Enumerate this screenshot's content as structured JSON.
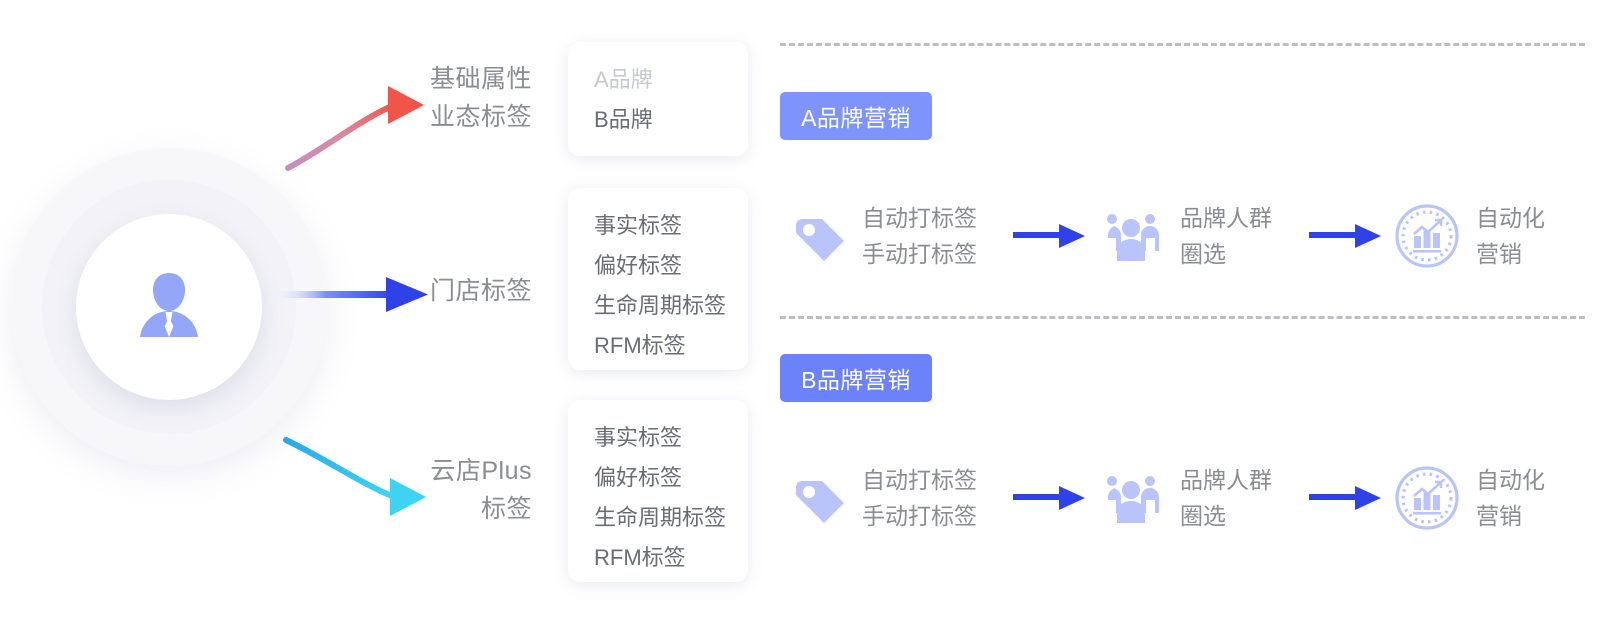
{
  "hub": {
    "icon": "user-avatar-icon"
  },
  "connectors": [
    {
      "name": "connector-arrow-basic-attributes",
      "color_start": "#c58ec2",
      "color_end": "#f2544a",
      "shape": "curve-up"
    },
    {
      "name": "connector-arrow-store-tags",
      "color_start": "#dfe4ff",
      "color_end": "#2f42e8",
      "shape": "straight"
    },
    {
      "name": "connector-arrow-cloudstore-plus",
      "color_start": "#36b6f0",
      "color_end": "#3fd2f2",
      "shape": "curve-down"
    }
  ],
  "branches": [
    {
      "label": "基础属性\n业态标签"
    },
    {
      "label": "门店标签"
    },
    {
      "label": "云店Plus\n标签"
    }
  ],
  "cards": [
    {
      "name": "brand-card",
      "lines": [
        {
          "text": "A品牌",
          "muted": true
        },
        {
          "text": "B品牌",
          "muted": false
        }
      ]
    },
    {
      "name": "store-tag-card",
      "lines": [
        {
          "text": "事实标签",
          "muted": false
        },
        {
          "text": "偏好标签",
          "muted": false
        },
        {
          "text": "生命周期标签",
          "muted": false
        },
        {
          "text": "RFM标签",
          "muted": false
        }
      ]
    },
    {
      "name": "cloudstore-tag-card",
      "lines": [
        {
          "text": "事实标签",
          "muted": false
        },
        {
          "text": "偏好标签",
          "muted": false
        },
        {
          "text": "生命周期标签",
          "muted": false
        },
        {
          "text": "RFM标签",
          "muted": false
        }
      ]
    }
  ],
  "right_panel": {
    "badges": [
      {
        "label": "A品牌营销",
        "color": "#7e93fb"
      },
      {
        "label": "B品牌营销",
        "color": "#6b82fb"
      }
    ],
    "pipelines": [
      {
        "name": "pipeline-brand-a",
        "steps": [
          {
            "icon": "price-tag-icon",
            "text": "自动打标签\n手动打标签"
          },
          {
            "icon": "people-group-icon",
            "text": "品牌人群\n圈选"
          },
          {
            "icon": "analytics-badge-icon",
            "text": "自动化\n营销"
          }
        ],
        "arrow": "arrow-right-icon"
      },
      {
        "name": "pipeline-brand-b",
        "steps": [
          {
            "icon": "price-tag-icon",
            "text": "自动打标签\n手动打标签"
          },
          {
            "icon": "people-group-icon",
            "text": "品牌人群\n圈选"
          },
          {
            "icon": "analytics-badge-icon",
            "text": "自动化\n营销"
          }
        ],
        "arrow": "arrow-right-icon"
      }
    ],
    "divider_style": "dashed",
    "divider_color": "#bdbec3"
  },
  "palette": {
    "icon_blue": "#b9c4fb",
    "arrow_blue": "#2f42e8",
    "badge_blue": "#7e93fb",
    "text_gray": "#8b8d93",
    "card_text": "#6b6d75",
    "muted_text": "#c6c8cd"
  }
}
